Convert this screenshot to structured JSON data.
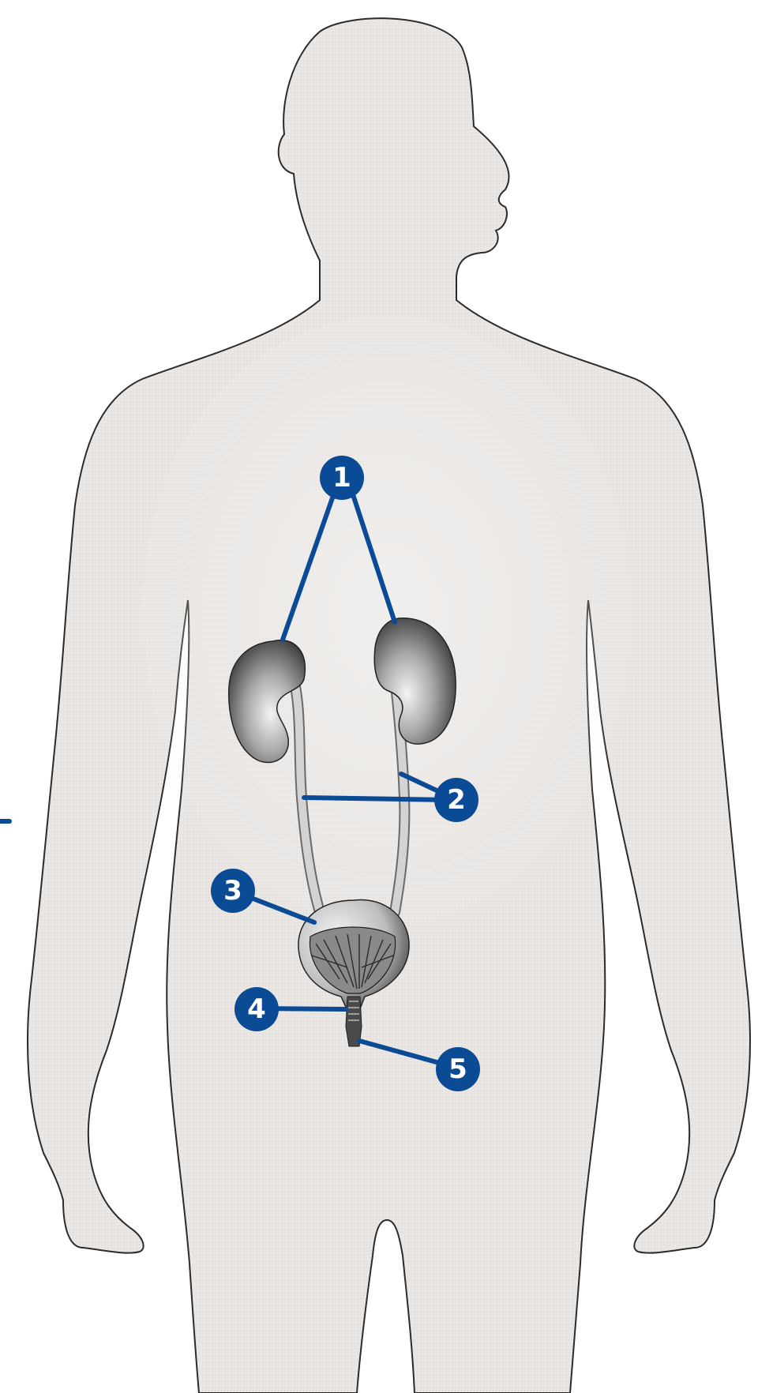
{
  "diagram": {
    "colors": {
      "body_fill": "#e9e6e4",
      "body_outline": "#2b2b2b",
      "callout": "#0b4a94",
      "callout_text": "#ffffff",
      "organ_dark": "#3a3a3a",
      "organ_light": "#dcdcdc",
      "ureter": "#cfcfcf"
    },
    "markers": [
      {
        "label": "1",
        "target": "kidneys"
      },
      {
        "label": "2",
        "target": "ureters"
      },
      {
        "label": "3",
        "target": "bladder"
      },
      {
        "label": "4",
        "target": "sphincter-muscles"
      },
      {
        "label": "5",
        "target": "urethra"
      }
    ]
  }
}
